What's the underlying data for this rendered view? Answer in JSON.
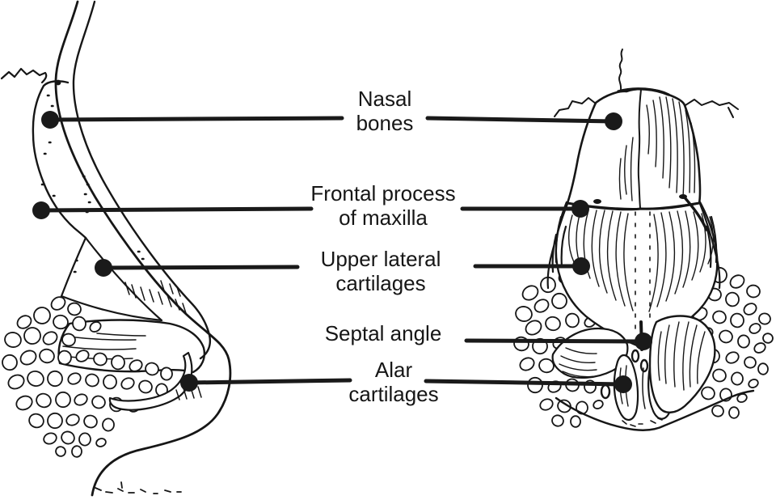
{
  "colors": {
    "ink": "#161616",
    "leader_line": "#1a1a1a",
    "background": "#ffffff"
  },
  "labels": {
    "nasal_bones": {
      "line1": "Nasal",
      "line2": "bones"
    },
    "frontal_process_of_maxilla": {
      "line1": "Frontal process",
      "line2": "of maxilla"
    },
    "upper_lateral_cartilages": {
      "line1": "Upper lateral",
      "line2": "cartilages"
    },
    "septal_angle": {
      "line1": "Septal angle",
      "line2": ""
    },
    "alar_cartilages": {
      "line1": "Alar",
      "line2": "cartilages"
    }
  }
}
